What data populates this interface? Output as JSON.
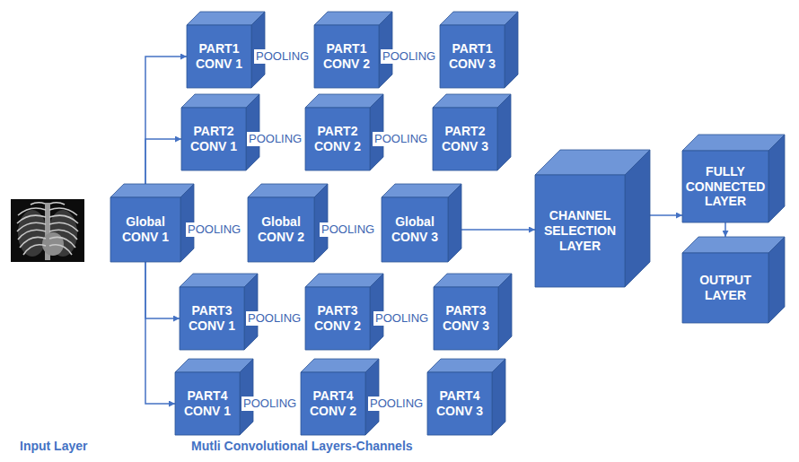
{
  "diagram": {
    "nodes": [
      {
        "text": [
          "PART1 CONV 1"
        ]
      },
      {
        "text": [
          "PART1 CONV 2"
        ]
      },
      {
        "text": [
          "PART1 CONV 3"
        ]
      },
      {
        "text": [
          "PART2 CONV 1"
        ]
      },
      {
        "text": [
          "PART2 CONV 2"
        ]
      },
      {
        "text": [
          "PART2 CONV 3"
        ]
      },
      {
        "text": [
          "Global CONV 1"
        ]
      },
      {
        "text": [
          "Global CONV 2"
        ]
      },
      {
        "text": [
          "Global CONV 3"
        ]
      },
      {
        "text": [
          "PART3 CONV 1"
        ]
      },
      {
        "text": [
          "PART3 CONV 2"
        ]
      },
      {
        "text": [
          "PART3 CONV 3"
        ]
      },
      {
        "text": [
          "PART4 CONV 1"
        ]
      },
      {
        "text": [
          "PART4 CONV 2"
        ]
      },
      {
        "text": [
          "PART4 CONV 3"
        ]
      },
      {
        "text": [
          "CHANNEL SELECTION LAYER"
        ]
      },
      {
        "text": [
          "FULLY CONNECTED LAYER"
        ]
      },
      {
        "text": [
          "OUTPUT LAYER"
        ]
      }
    ],
    "edges": [
      {
        "from": 6,
        "to": 0,
        "arrow": "to"
      },
      {
        "from": 6,
        "to": 3,
        "arrow": "to"
      },
      {
        "from": 6,
        "to": 9,
        "arrow": "to"
      },
      {
        "from": 6,
        "to": 12,
        "arrow": "to"
      },
      {
        "from": 8,
        "to": 15,
        "arrow": "to"
      },
      {
        "from": 15,
        "to": 16,
        "arrow": "to"
      },
      {
        "from": 16,
        "to": 17,
        "arrow": "to"
      }
    ],
    "labels": [
      "POOLING",
      "POOLING",
      "POOLING",
      "POOLING",
      "POOLING",
      "POOLING",
      "POOLING",
      "POOLING",
      "POOLING",
      "POOLING",
      "Input Layer",
      "Mutli Convolutional Layers-Channels"
    ]
  }
}
